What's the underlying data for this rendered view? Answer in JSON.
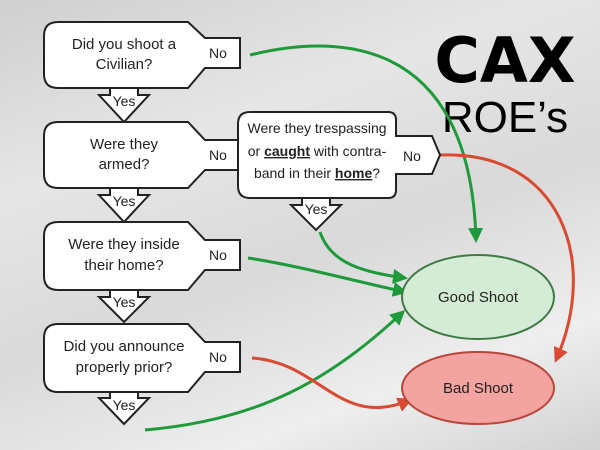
{
  "brand": {
    "line1": "CAX",
    "line2": "ROE’s"
  },
  "questions": [
    {
      "lines": [
        "Did you shoot a",
        "Civilian?"
      ],
      "no": "No",
      "yes": "Yes"
    },
    {
      "lines": [
        "Were they",
        "armed?"
      ],
      "no": "No",
      "yes": "Yes"
    },
    {
      "lines": [
        "Were they inside",
        "their home?"
      ],
      "no": "No",
      "yes": "Yes"
    },
    {
      "lines": [
        "Did you announce",
        "properly prior?"
      ],
      "no": "No",
      "yes": "Yes"
    }
  ],
  "side_question": {
    "line1": "Were they trespassing",
    "line2_pre": "or ",
    "line2_u": "caught",
    "line2_post": " with contra-",
    "line3_pre": "band in their ",
    "line3_u": "home",
    "line3_post": "?",
    "no": "No",
    "yes": "Yes"
  },
  "outcomes": {
    "good": {
      "label": "Good Shoot",
      "fill": "#d4ecd6",
      "stroke": "#3f7a44"
    },
    "bad": {
      "label": "Bad Shoot",
      "fill": "#f3a3a0",
      "stroke": "#b9473e"
    }
  },
  "colors": {
    "green_arrow": "#1f9a3a",
    "red_arrow": "#d94b30",
    "box_stroke": "#222222"
  }
}
